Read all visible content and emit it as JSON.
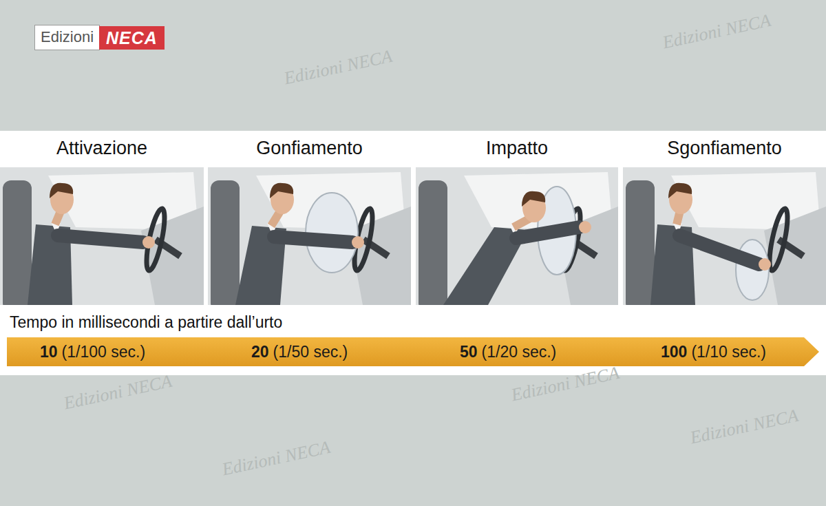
{
  "diagram": {
    "nodes": [
      {
        "text": [
          "Attivazione"
        ]
      },
      {
        "text": [
          "Gonfiamento"
        ]
      },
      {
        "text": [
          "Impatto"
        ]
      },
      {
        "text": [
          "Sgonfiamento"
        ]
      },
      {
        "text": [
          "10",
          "(1/100 sec.)",
          "20",
          "(1/50 sec.)",
          "50",
          "(1/20 sec.)",
          "100",
          "(1/10 sec.)"
        ]
      }
    ],
    "labels": [
      "Edizioni",
      "NECA",
      "Tempo in millisecondi a partire dall’urto",
      "Edizioni NECA",
      "Edizioni NECA",
      "Edizioni NECA",
      "Edizioni NECA",
      "Edizioni NECA",
      "Edizioni NECA"
    ]
  }
}
